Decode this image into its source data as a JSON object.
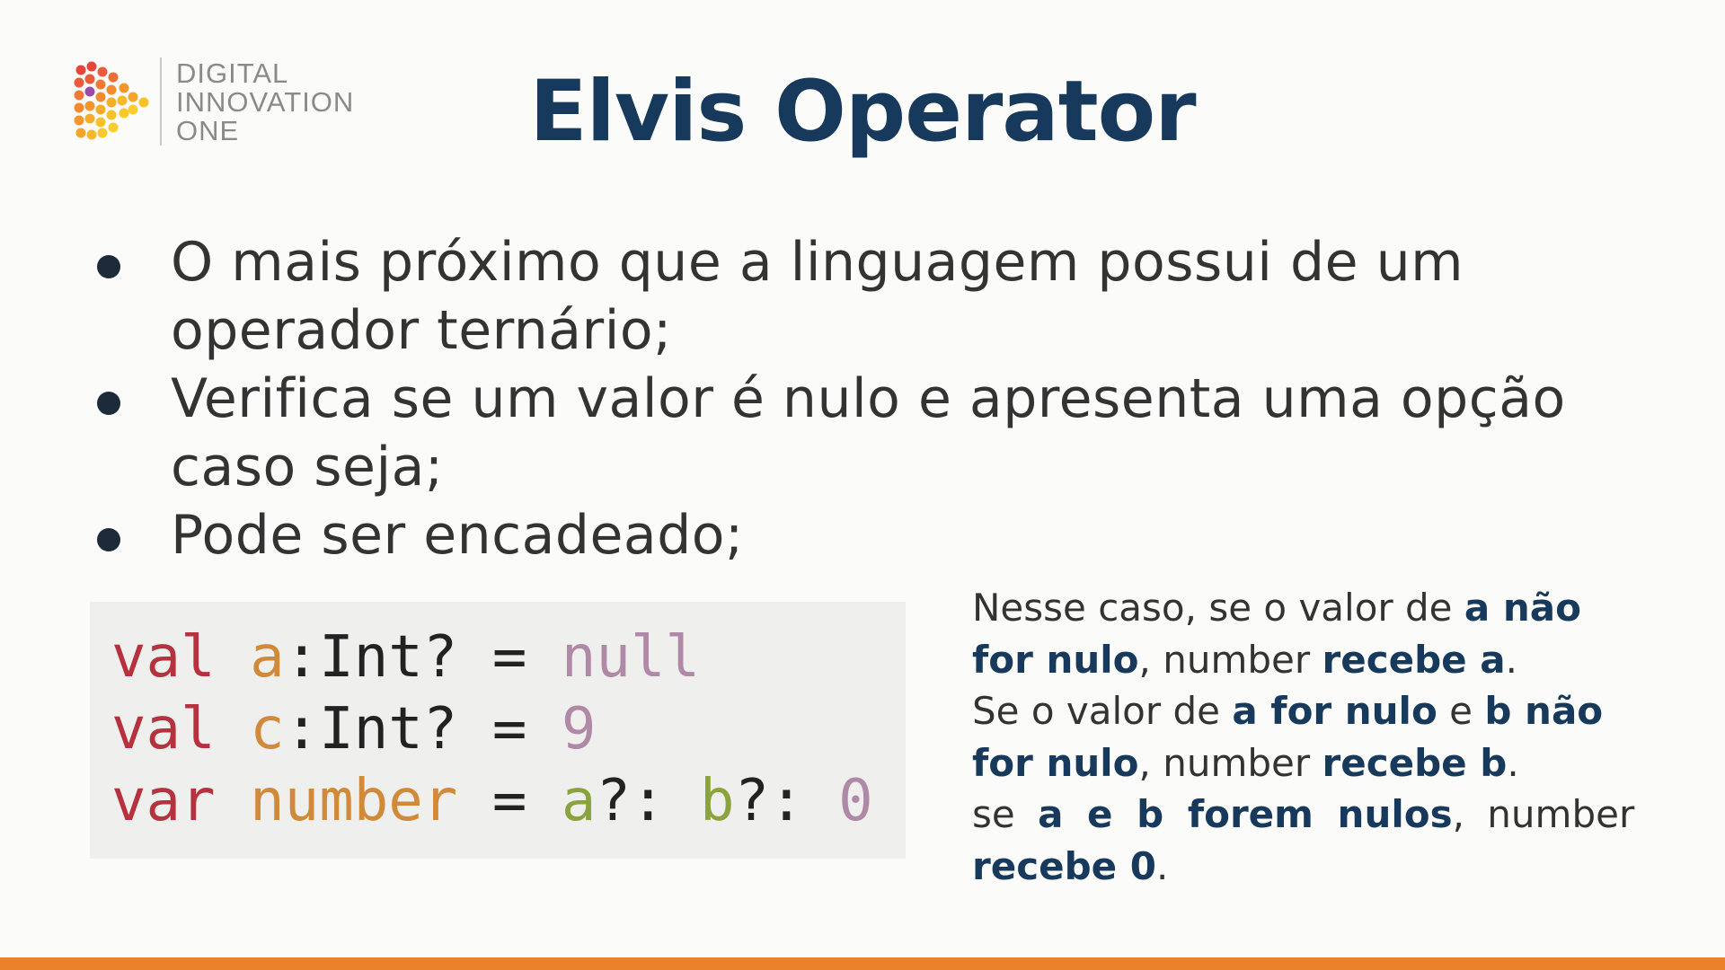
{
  "logo": {
    "line1": "DIGITAL",
    "line2": "INNOVATION",
    "line3": "ONE"
  },
  "slide": {
    "title": "Elvis Operator",
    "bullets": [
      {
        "line1": "O mais próximo que a linguagem possui de um",
        "line2": "operador ternário;"
      },
      {
        "line1": "Verifica se um valor é nulo e apresenta uma opção",
        "line2": "caso seja;"
      },
      {
        "line1": "Pode ser encadeado;"
      }
    ]
  },
  "code": {
    "line1": {
      "kw": "val",
      "var": "a",
      "type": ":Int? = ",
      "value": "null"
    },
    "line2": {
      "kw": "val",
      "var": "c",
      "type": ":Int? = ",
      "value": "9"
    },
    "line3": {
      "kw": "var",
      "var": "number",
      "eq": " = ",
      "a": "a",
      "op1": "?: ",
      "b": "b",
      "op2": "?: ",
      "zero": "0"
    }
  },
  "explanation": {
    "p1_a": "Nesse caso, se o valor de ",
    "p1_b": "a não",
    "p1_c": "for nulo",
    "p1_d": ", number ",
    "p1_e": "recebe a",
    "p1_f": ".",
    "p2_a": "Se o valor de ",
    "p2_b": "a for nulo",
    "p2_c": " e ",
    "p2_d": "b não",
    "p2_e": "for nulo",
    "p2_f": ", number ",
    "p2_g": "recebe b",
    "p2_h": ".",
    "p3_a": "se ",
    "p3_b": "a e b forem nulos",
    "p3_c": ", number",
    "p3_d": "recebe 0",
    "p3_e": "."
  },
  "colors": {
    "title": "#16395c",
    "keyword": "#b6323f",
    "variable": "#d08a3a",
    "number": "#b089a6",
    "elvis_operand": "#8aa33c",
    "footer": "#e9822b"
  }
}
